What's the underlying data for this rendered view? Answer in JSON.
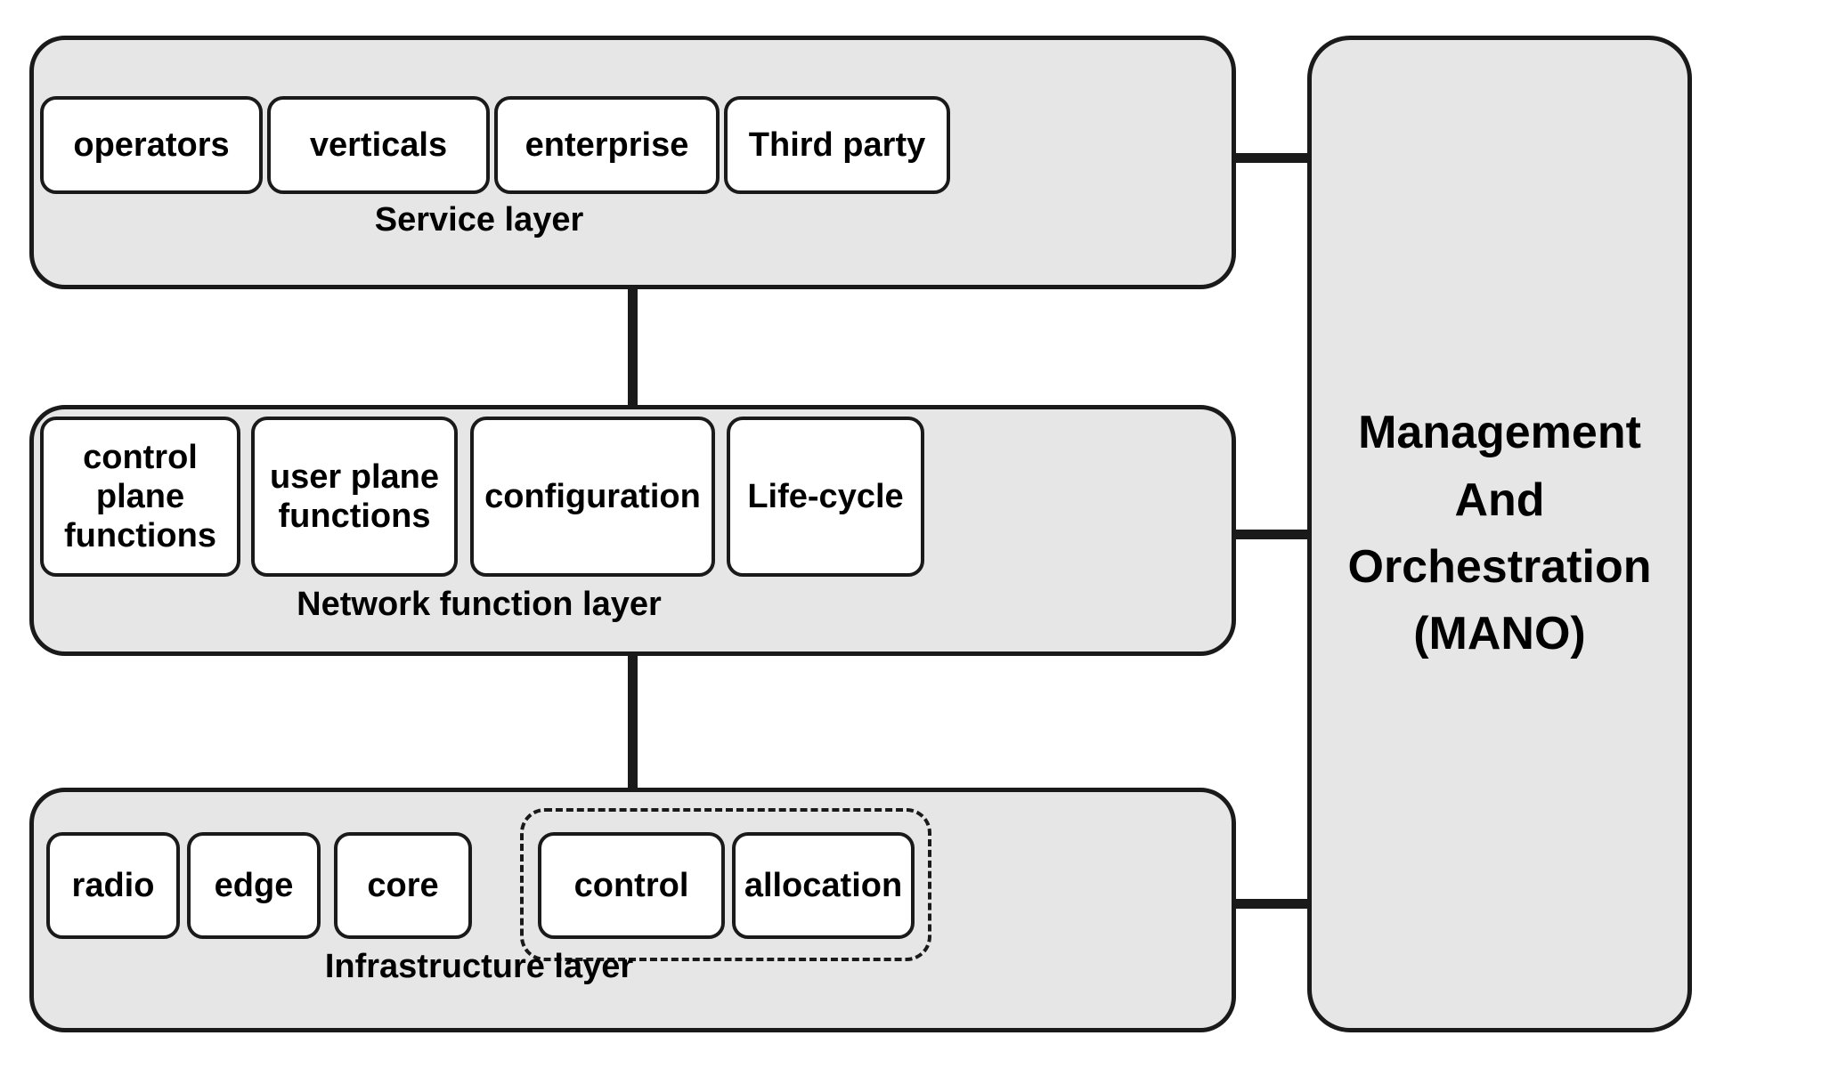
{
  "diagram": {
    "title": "5G network slicing layered architecture",
    "colors": {
      "layer_fill": "#e6e6e6",
      "node_fill": "#ffffff",
      "stroke": "#1a1a1a",
      "background": "#ffffff"
    },
    "layers": [
      {
        "id": "service-layer",
        "caption": "Service layer",
        "nodes": [
          {
            "label": "operators"
          },
          {
            "label": "verticals"
          },
          {
            "label": "enterprise"
          },
          {
            "label": "Third party"
          }
        ]
      },
      {
        "id": "network-function-layer",
        "caption": "Network function layer",
        "nodes": [
          {
            "label": "control\nplane\nfunctions"
          },
          {
            "label": "user plane\nfunctions"
          },
          {
            "label": "configuration"
          },
          {
            "label": "Life-cycle"
          }
        ]
      },
      {
        "id": "infrastructure-layer",
        "caption": "Infrastructure layer",
        "nodes": [
          {
            "label": "radio"
          },
          {
            "label": "edge"
          },
          {
            "label": "core"
          }
        ],
        "grouped_nodes": {
          "style": "dashed",
          "nodes": [
            {
              "label": "control"
            },
            {
              "label": "allocation"
            }
          ]
        }
      }
    ],
    "side_panel": {
      "id": "mano",
      "label": "Management\nAnd\nOrchestration\n(MANO)"
    },
    "connectors": [
      {
        "from": "service-layer",
        "to": "mano",
        "orientation": "horizontal"
      },
      {
        "from": "network-function-layer",
        "to": "mano",
        "orientation": "horizontal"
      },
      {
        "from": "infrastructure-layer",
        "to": "mano",
        "orientation": "horizontal"
      },
      {
        "from": "service-layer",
        "to": "network-function-layer",
        "orientation": "vertical"
      },
      {
        "from": "network-function-layer",
        "to": "infrastructure-layer",
        "orientation": "vertical"
      }
    ]
  }
}
